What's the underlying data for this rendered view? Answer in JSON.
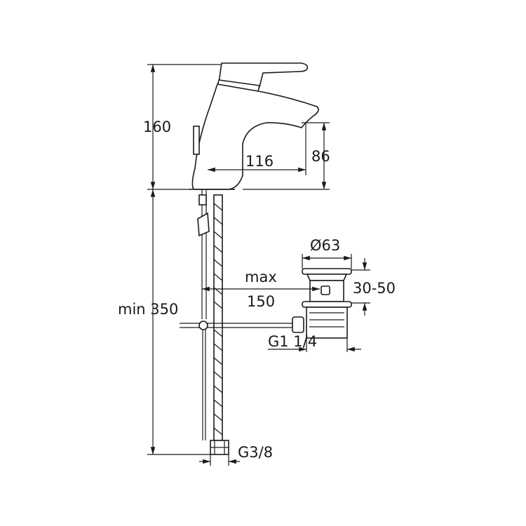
{
  "dimensions": {
    "overall_height": "160",
    "spout_height": "86",
    "spout_reach": "116",
    "supply_length": "min 350",
    "max_label": "max",
    "max_value": "150",
    "waste_diameter": "Ø63",
    "waste_range": "30-50",
    "waste_thread": "G1 1/4",
    "supply_thread": "G3/8"
  }
}
